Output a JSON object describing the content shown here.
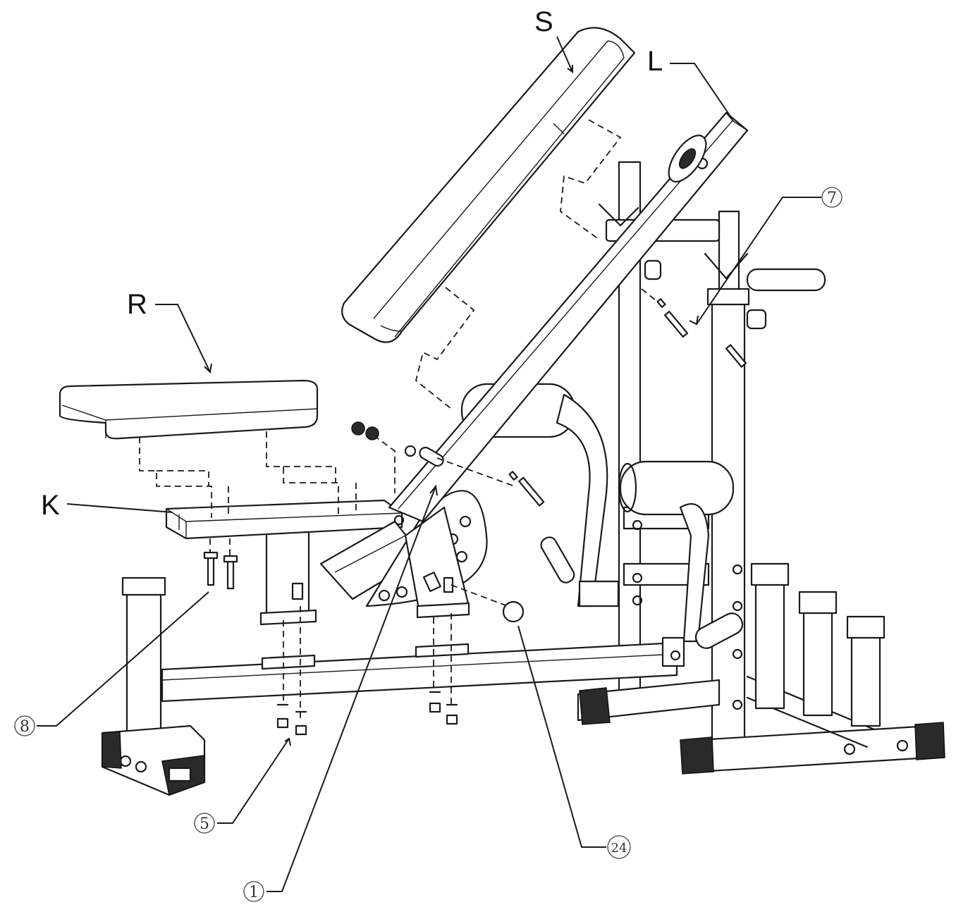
{
  "labels": {
    "S": "S",
    "L": "L",
    "R": "R",
    "K": "K",
    "p7": "7",
    "p8": "8",
    "p5": "5",
    "p24": "24",
    "p1": "1"
  }
}
